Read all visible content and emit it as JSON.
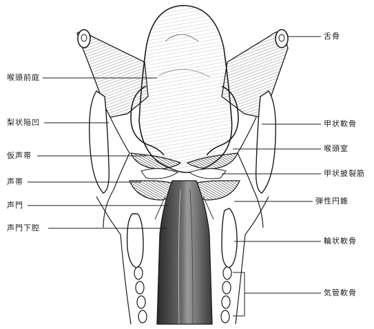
{
  "colors": {
    "ink": "#1a1a1a",
    "shade_dark": "#3a3a3a",
    "shade_mid": "#7a7a7a",
    "shade_light": "#c8c8c8",
    "paper": "#ffffff"
  },
  "labels": {
    "left": [
      {
        "id": "vestibule",
        "text": "喉頭前庭"
      },
      {
        "id": "piriform",
        "text": "梨状陥凹"
      },
      {
        "id": "false_cords",
        "text": "仮声帯"
      },
      {
        "id": "vocal_cords",
        "text": "声帯"
      },
      {
        "id": "glottis",
        "text": "声門"
      },
      {
        "id": "subglottis",
        "text": "声門下腔"
      }
    ],
    "right": [
      {
        "id": "hyoid",
        "text": "舌骨"
      },
      {
        "id": "thyroid_cart",
        "text": "甲状軟骨"
      },
      {
        "id": "ventricle",
        "text": "喉頭室"
      },
      {
        "id": "thyroaryt",
        "text": "甲状披裂筋"
      },
      {
        "id": "conus",
        "text": "弾性円錐"
      },
      {
        "id": "cricoid",
        "text": "輪状軟骨"
      },
      {
        "id": "trachea",
        "text": "気管軟骨"
      }
    ]
  }
}
